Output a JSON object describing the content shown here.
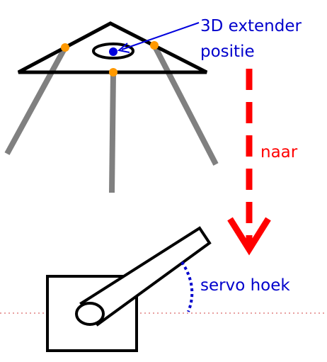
{
  "labels": {
    "extender_line1": "3D extender",
    "extender_line2": "positie",
    "arrow_label": "naar",
    "angle_label": "servo hoek"
  },
  "colors": {
    "outline": "#000000",
    "leg": "#808080",
    "joint": "#ff9900",
    "effector": "#0000dd",
    "extender_text": "#0000cc",
    "arrow": "#ff0000",
    "angle_arc": "#0000cc",
    "angle_text": "#0000cc",
    "reference_line": "#e08080"
  }
}
